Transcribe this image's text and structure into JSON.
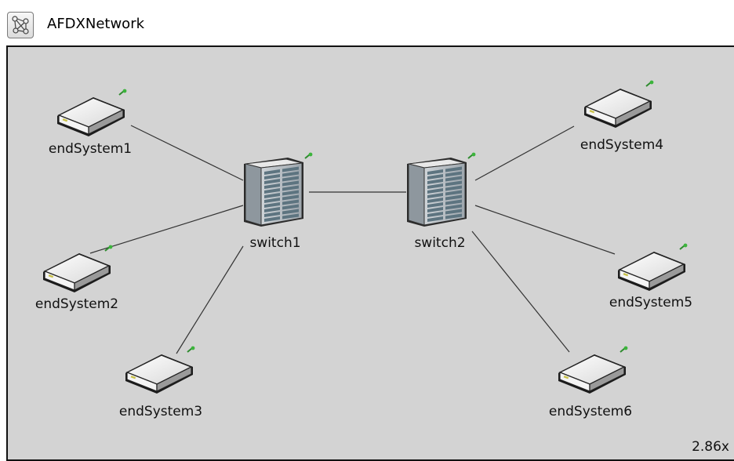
{
  "network": {
    "title": "AFDXNetwork",
    "zoom": "2.86x"
  },
  "nodes": {
    "endSystem1": {
      "label": "endSystem1",
      "icon": "end-system-icon"
    },
    "endSystem2": {
      "label": "endSystem2",
      "icon": "end-system-icon"
    },
    "endSystem3": {
      "label": "endSystem3",
      "icon": "end-system-icon"
    },
    "endSystem4": {
      "label": "endSystem4",
      "icon": "end-system-icon"
    },
    "endSystem5": {
      "label": "endSystem5",
      "icon": "end-system-icon"
    },
    "endSystem6": {
      "label": "endSystem6",
      "icon": "end-system-icon"
    },
    "switch1": {
      "label": "switch1",
      "icon": "switch-rack-icon"
    },
    "switch2": {
      "label": "switch2",
      "icon": "switch-rack-icon"
    }
  },
  "connections": [
    [
      "endSystem1",
      "switch1"
    ],
    [
      "endSystem2",
      "switch1"
    ],
    [
      "endSystem3",
      "switch1"
    ],
    [
      "switch1",
      "switch2"
    ],
    [
      "switch2",
      "endSystem4"
    ],
    [
      "switch2",
      "endSystem5"
    ],
    [
      "switch2",
      "endSystem6"
    ]
  ],
  "colors": {
    "canvas_background": "#d3d3d3",
    "wire": "#333333",
    "pin": "#2e8b2e"
  }
}
